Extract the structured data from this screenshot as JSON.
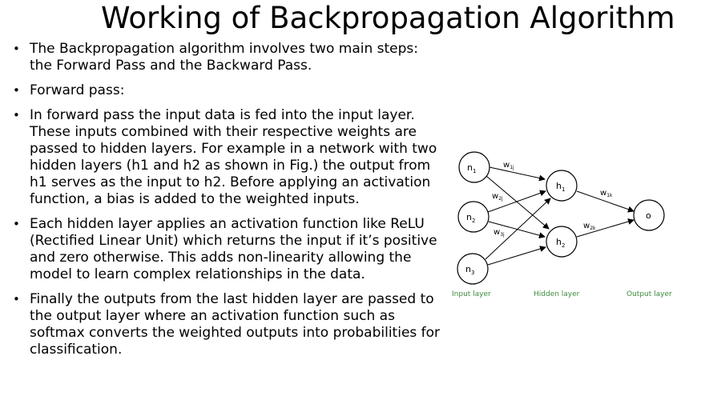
{
  "slide": {
    "title": "Working of Backpropagation Algorithm",
    "bullet_marker": "•",
    "bullets": [
      "The Backpropagation algorithm involves two main steps: the Forward Pass and the Backward Pass.",
      "Forward pass:",
      "In forward pass the input data is fed into the input layer. These inputs combined with their respective weights are passed to hidden layers. For example in a network with two hidden layers (h1 and h2 as shown in Fig.) the output from h1 serves as the input to h2. Before applying an activation function, a bias is added to the weighted inputs.",
      "Each hidden layer applies an activation function like ReLU (Rectified Linear Unit) which returns the input if it’s positive and zero otherwise. This adds non-linearity allowing the model to learn complex relationships in the data.",
      " Finally the outputs from the last hidden layer are passed to the output layer where an activation function such as softmax converts the weighted outputs into probabilities for classification."
    ]
  },
  "diagram": {
    "nodes": {
      "n1": {
        "main": "n",
        "sub": "1"
      },
      "n2": {
        "main": "n",
        "sub": "2"
      },
      "n3": {
        "main": "n",
        "sub": "3"
      },
      "h1": {
        "main": "h",
        "sub": "1"
      },
      "h2": {
        "main": "h",
        "sub": "2"
      },
      "o": {
        "main": "o",
        "sub": ""
      }
    },
    "weights": {
      "w1j": {
        "main": "w",
        "sub": "1j"
      },
      "w2j": {
        "main": "w",
        "sub": "2j"
      },
      "w3j": {
        "main": "w",
        "sub": "3j"
      },
      "w1k": {
        "main": "w",
        "sub": "1k"
      },
      "w2k": {
        "main": "w",
        "sub": "2k"
      }
    },
    "layer_labels": {
      "input": "Input layer",
      "hidden": "Hidden layer",
      "output": "Output layer"
    },
    "layer_label_color": "#3b8a3b"
  }
}
